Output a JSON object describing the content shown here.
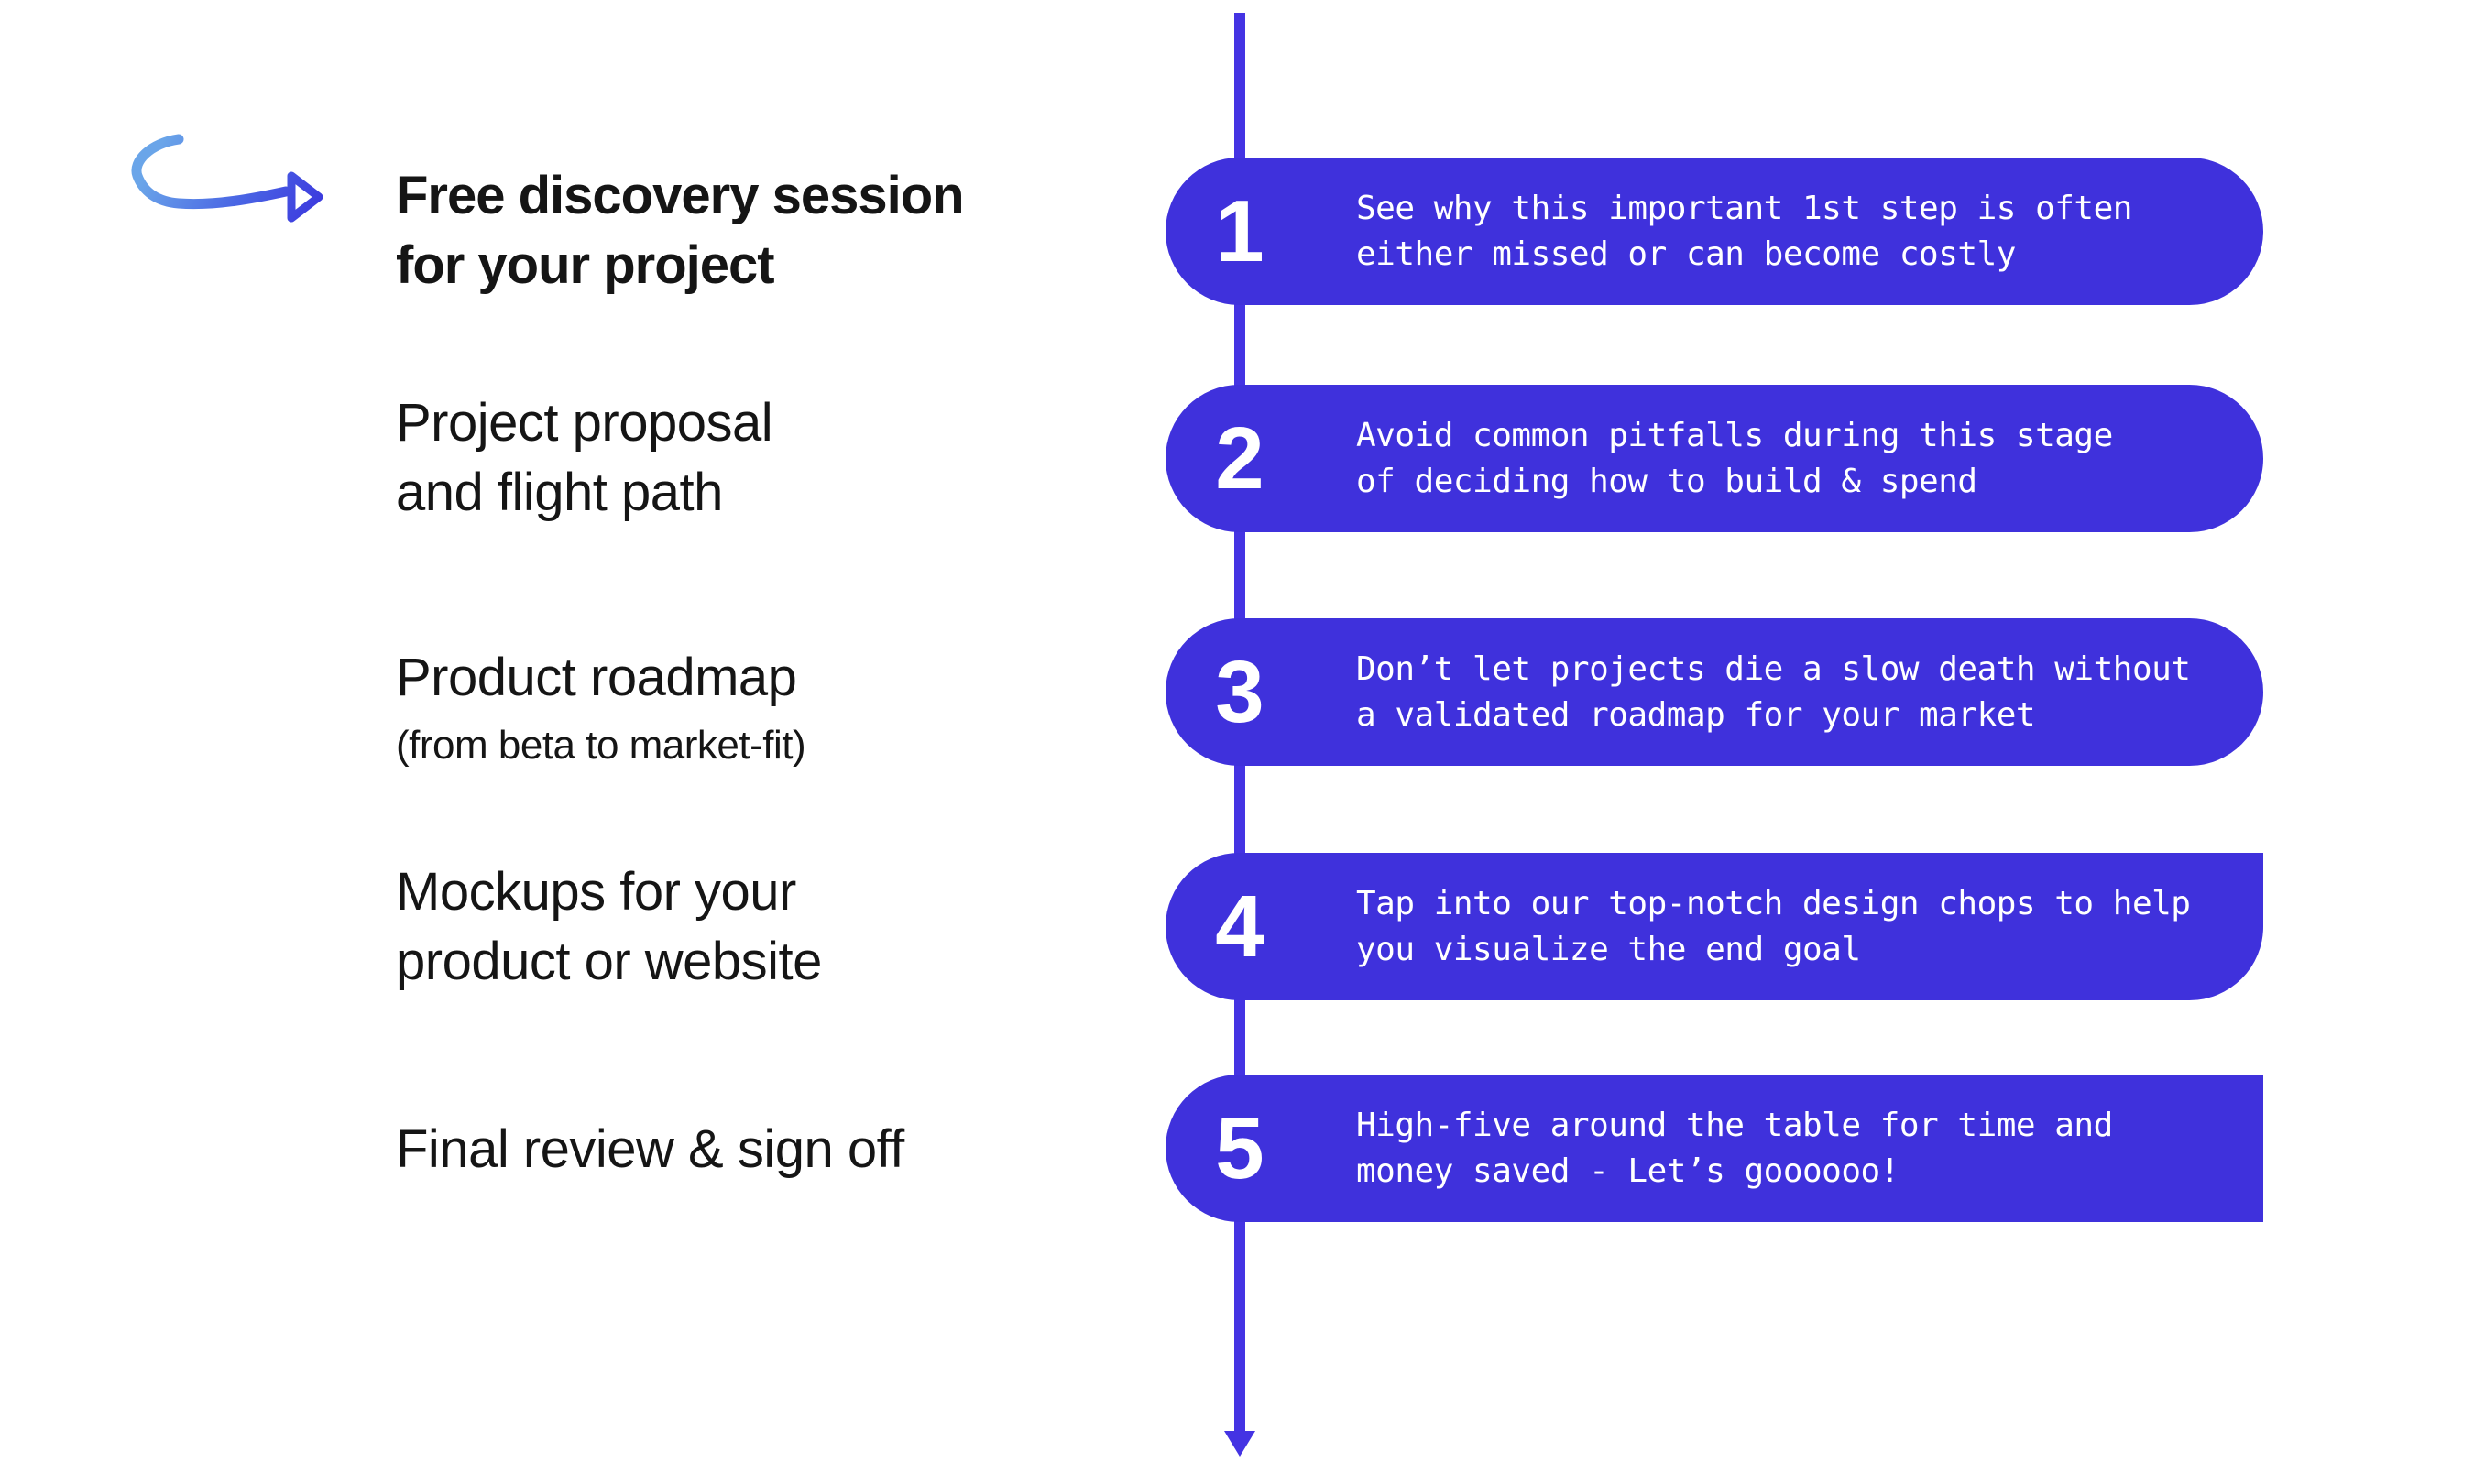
{
  "colors": {
    "pill_background": "#3f31dc",
    "timeline_line": "#4433e3",
    "pill_text": "#ffffff",
    "label_text": "#151515",
    "curl_arrow_start": "#6aa5e9",
    "curl_arrow_end": "#3c3ade"
  },
  "steps": [
    {
      "number": "1",
      "label_lines": [
        "Free discovery session",
        "for your project"
      ],
      "desc_lines": [
        "See why this important 1st step is often",
        "either missed or can become costly"
      ]
    },
    {
      "number": "2",
      "label_lines": [
        "Project proposal",
        "and flight path"
      ],
      "desc_lines": [
        "Avoid common pitfalls during this stage",
        "of deciding how to build & spend"
      ]
    },
    {
      "number": "3",
      "label_lines": [
        "Product roadmap"
      ],
      "label_note": "(from beta to market-fit)",
      "desc_lines": [
        "Don’t let projects die a slow death without",
        "a validated roadmap for your market"
      ]
    },
    {
      "number": "4",
      "label_lines": [
        "Mockups for your",
        "product or website"
      ],
      "desc_lines": [
        "Tap into our top-notch design chops to help",
        "you visualize the end goal"
      ]
    },
    {
      "number": "5",
      "label_lines": [
        "Final review & sign off"
      ],
      "desc_lines": [
        "High-five around the table for time and",
        "money saved - Let’s goooooo!"
      ]
    }
  ]
}
